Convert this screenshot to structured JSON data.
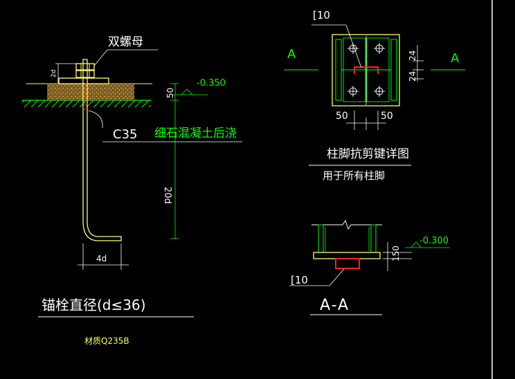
{
  "colors": {
    "background": "#000000",
    "white": "#ffffff",
    "green": "#00ff00",
    "yellow": "#ffff66",
    "red": "#ff2020",
    "cyan": "#00ffff",
    "concrete": "#c8a050"
  },
  "left_detail": {
    "nut_label": "双螺母",
    "dim_2d": "2d",
    "elevation": "-0.350",
    "dim_50": "50",
    "grade": "C35",
    "grout_label": "细石混凝土后浇",
    "dim_20d": "20d",
    "dim_4d": "4d",
    "title": "锚栓直径(d≤36)",
    "material": "材质Q235B"
  },
  "shear_key_plan": {
    "channel_label": "[10",
    "section_mark_left": "A",
    "section_mark_right": "A",
    "dim_24a": "24",
    "dim_24b": "24",
    "dim_50_left": "50",
    "dim_50_right": "50",
    "title": "柱脚抗剪键详图",
    "subtitle": "用于所有柱脚"
  },
  "section_aa": {
    "dim_150": "150",
    "elevation": "-0.300",
    "channel_label": "[10",
    "title": "A-A"
  }
}
